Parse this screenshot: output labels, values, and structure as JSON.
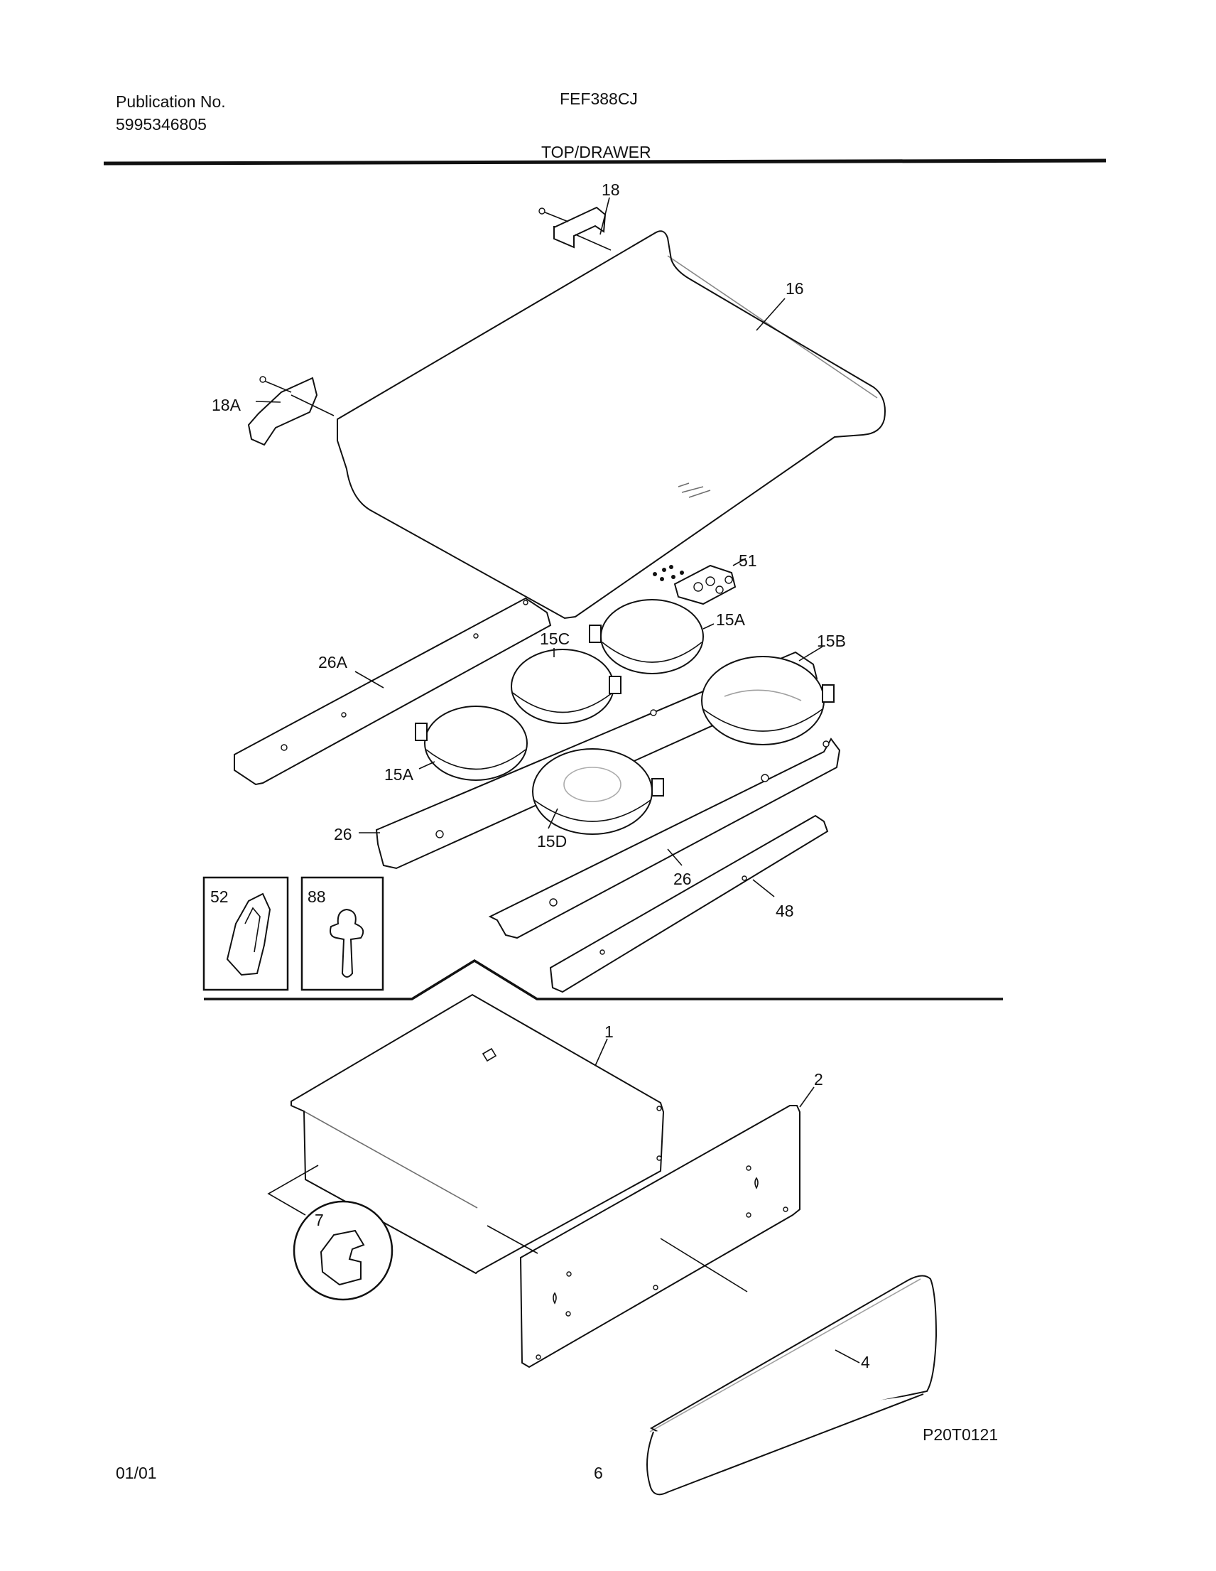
{
  "header": {
    "publication_label": "Publication No.",
    "publication_number": "5995346805",
    "model": "FEF388CJ",
    "section_title": "TOP/DRAWER"
  },
  "callouts": {
    "c18": "18",
    "c16": "16",
    "c18A": "18A",
    "c51": "51",
    "c15A_top": "15A",
    "c15C": "15C",
    "c15B": "15B",
    "c26A": "26A",
    "c15A_left": "15A",
    "c26_left": "26",
    "c15D": "15D",
    "c26_right": "26",
    "c48": "48",
    "c52": "52",
    "c88": "88",
    "c1": "1",
    "c2": "2",
    "c7": "7",
    "c4": "4"
  },
  "footer": {
    "diagram_code": "P20T0121",
    "date": "01/01",
    "page_number": "6"
  }
}
